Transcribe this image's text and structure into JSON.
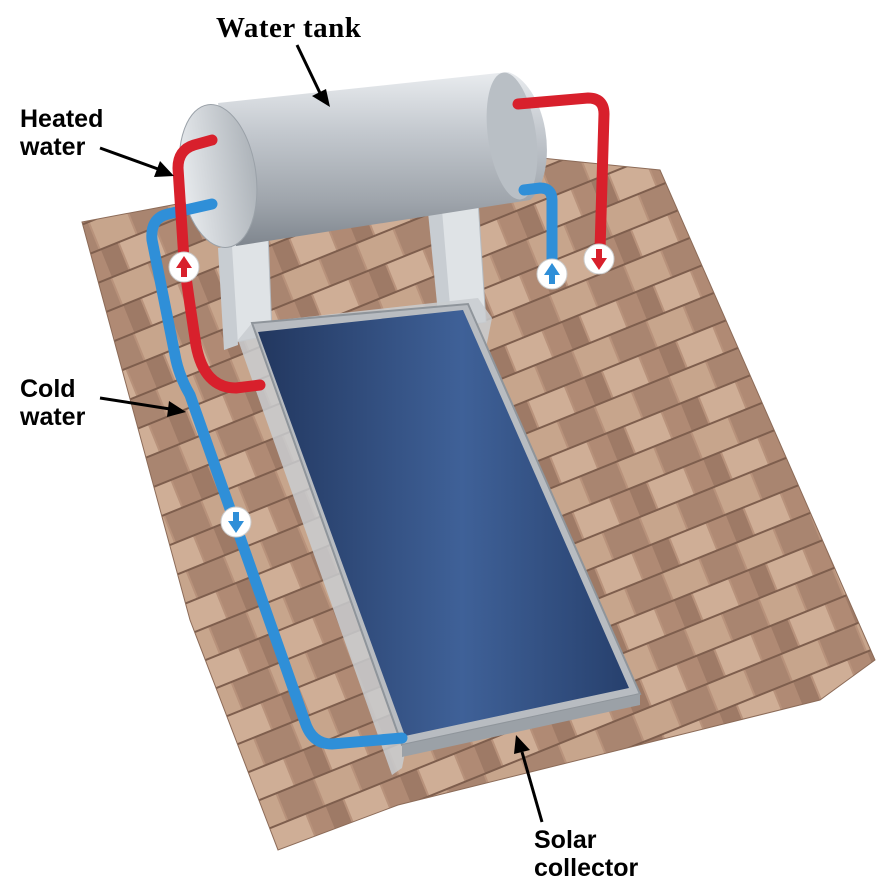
{
  "labels": {
    "water_tank": "Water tank",
    "heated_water": [
      "Heated",
      "water"
    ],
    "cold_water": [
      "Cold",
      "water"
    ],
    "solar_collector": [
      "Solar",
      "collector"
    ]
  },
  "colors": {
    "hot_pipe": "#d8202c",
    "cold_pipe": "#2f8fd8",
    "panel": "#2f4d8a",
    "roof": "#b9957f",
    "tank": "#c9ced4"
  },
  "icons": {
    "flow_up_hot": "arrow-up-icon",
    "flow_up_cold": "arrow-up-icon",
    "flow_down_hot": "arrow-down-icon",
    "flow_down_cold": "arrow-down-icon"
  }
}
